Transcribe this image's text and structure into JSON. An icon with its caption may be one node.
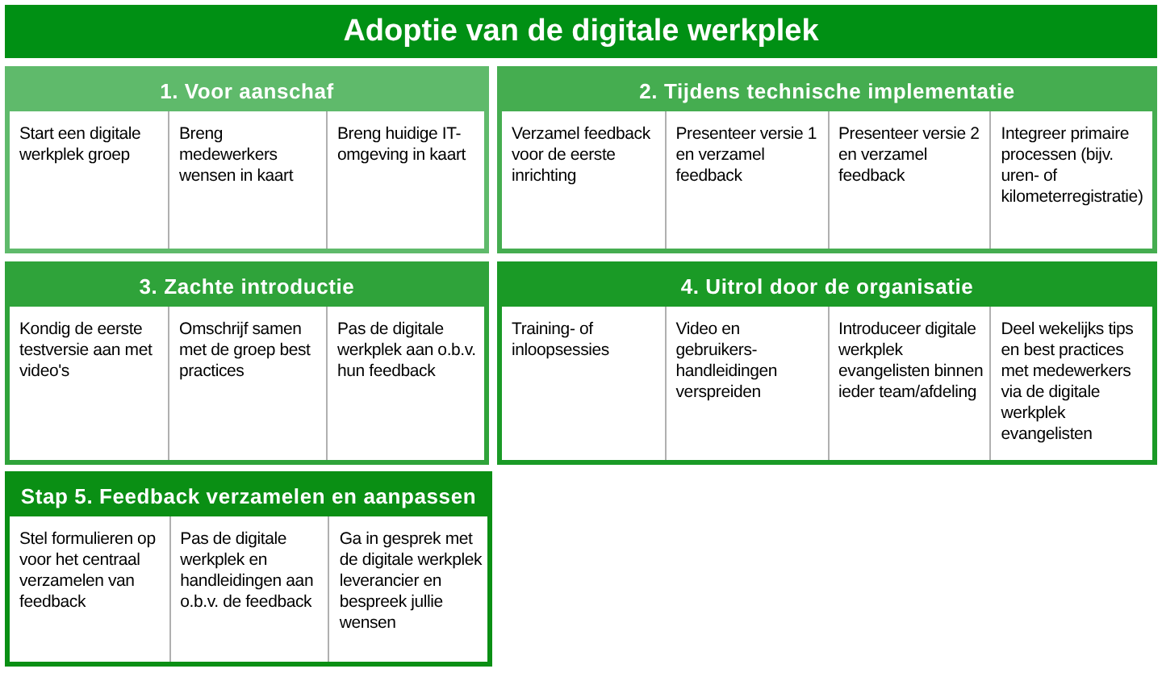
{
  "diagram": {
    "title": "Adoptie van de digitale werkplek",
    "nodes": [
      {
        "text": [
          "1. Voor aanschaf"
        ]
      },
      {
        "text": [
          "Start een digitale werkplek groep"
        ],
        "in": 0
      },
      {
        "text": [
          "Breng medewerkers wensen in kaart"
        ],
        "in": 0
      },
      {
        "text": [
          "Breng huidige IT-omgeving in kaart"
        ],
        "in": 0
      },
      {
        "text": [
          "2. Tijdens technische implementatie"
        ]
      },
      {
        "text": [
          "Verzamel feedback voor de eerste inrichting"
        ],
        "in": 4
      },
      {
        "text": [
          "Presenteer versie 1 en verzamel feedback"
        ],
        "in": 4
      },
      {
        "text": [
          "Presenteer versie 2 en verzamel feedback"
        ],
        "in": 4
      },
      {
        "text": [
          "Integreer primaire processen (bijv. uren- of kilometerregistratie)"
        ],
        "in": 4
      },
      {
        "text": [
          "3. Zachte introductie"
        ]
      },
      {
        "text": [
          "Kondig de eerste testversie aan met video's"
        ],
        "in": 9
      },
      {
        "text": [
          "Omschrijf samen met de groep best practices"
        ],
        "in": 9
      },
      {
        "text": [
          "Pas de digitale werkplek aan o.b.v. hun feedback"
        ],
        "in": 9
      },
      {
        "text": [
          "4. Uitrol door de organisatie"
        ]
      },
      {
        "text": [
          "Training- of inloopsessies"
        ],
        "in": 13
      },
      {
        "text": [
          "Video en gebruikers-handleidingen verspreiden"
        ],
        "in": 13
      },
      {
        "text": [
          "Introduceer digitale werkplek evangelisten binnen ieder team/afdeling"
        ],
        "in": 13
      },
      {
        "text": [
          "Deel wekelijks tips en best practices met medewerkers via de digitale werkplek evangelisten"
        ],
        "in": 13
      },
      {
        "text": [
          "Stap 5. Feedback verzamelen en aanpassen"
        ]
      },
      {
        "text": [
          "Stel formulieren op voor het centraal verzamelen van feedback"
        ],
        "in": 18
      },
      {
        "text": [
          "Pas de digitale werkplek en handleidingen aan o.b.v. de feedback"
        ],
        "in": 18
      },
      {
        "text": [
          "Ga in gesprek met de digitale werkplek leverancier en bespreek jullie wensen"
        ],
        "in": 18
      }
    ]
  }
}
